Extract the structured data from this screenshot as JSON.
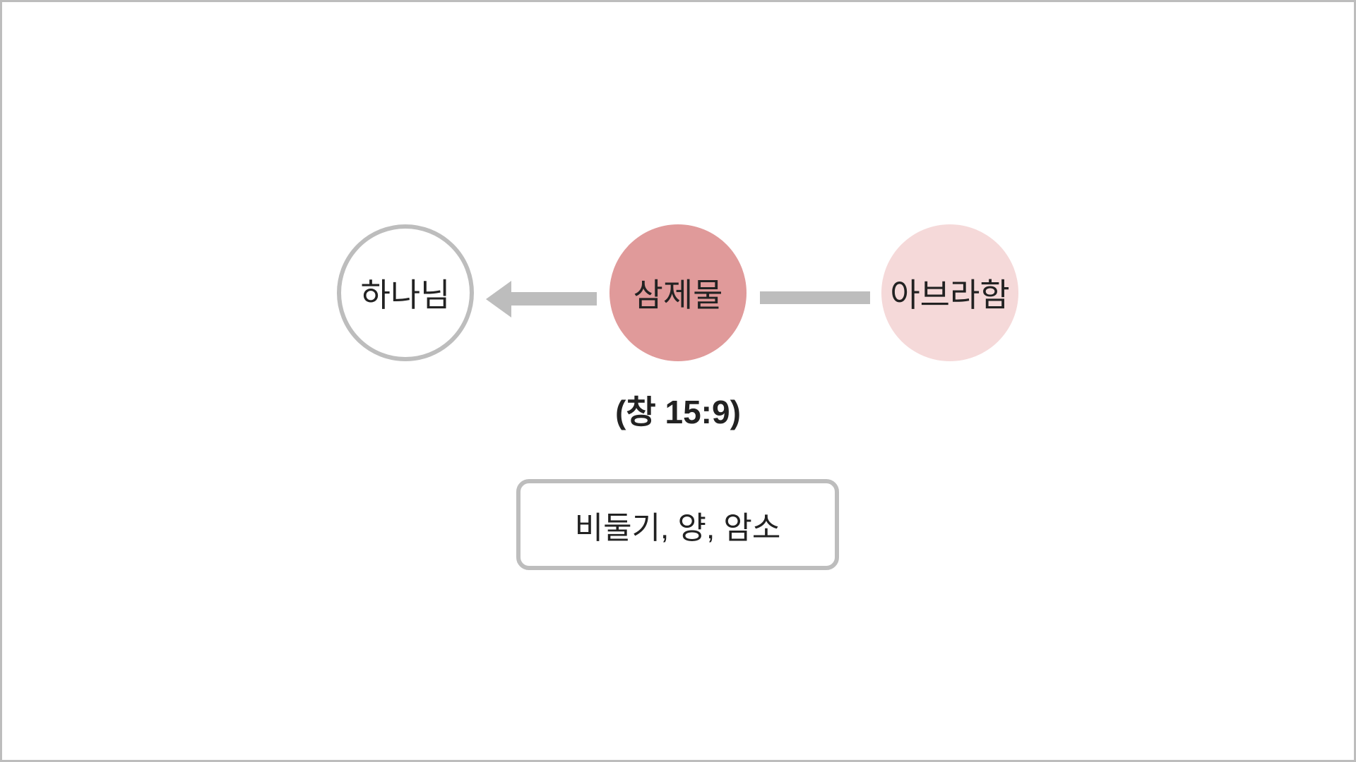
{
  "nodes": {
    "god": {
      "label": "하나님"
    },
    "offering": {
      "label": "삼제물"
    },
    "abraham": {
      "label": "아브라함"
    }
  },
  "reference": "(창 15:9)",
  "items_box": "비둘기, 양, 암소",
  "colors": {
    "gray": "#bdbdbd",
    "offering": "#e09a9a",
    "abraham": "#f5d9d9"
  }
}
